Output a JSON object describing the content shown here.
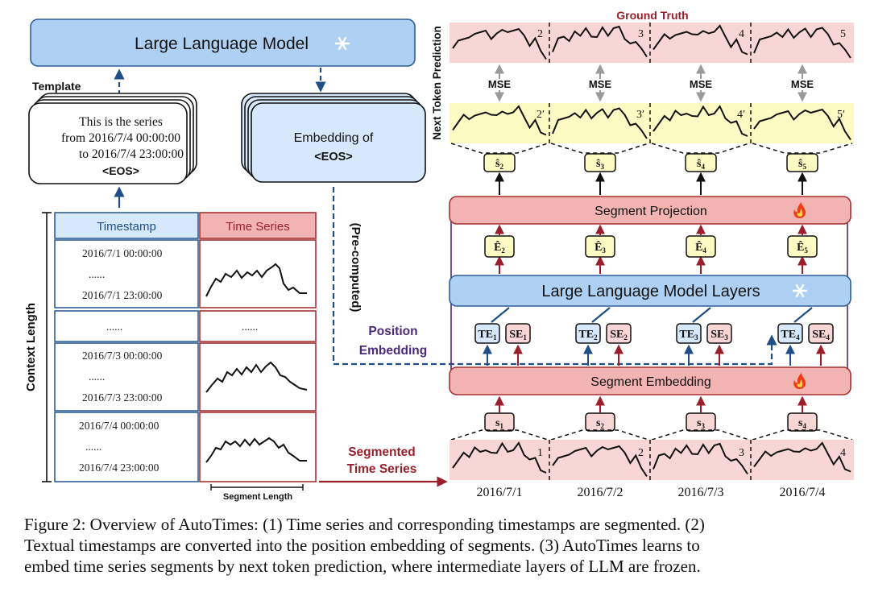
{
  "llm_top": {
    "title": "Large Language Model",
    "frozen_icon": "snowflake-icon"
  },
  "template": {
    "label": "Template",
    "lines": [
      "This is the series",
      "from 2016/7/4 00:00:00",
      "to 2016/7/4 23:00:00",
      "<EOS>"
    ]
  },
  "embedding": {
    "lines": [
      "Embedding of",
      "<EOS>"
    ]
  },
  "precomputed": "(Pre-computed)",
  "position_embedding": [
    "Position",
    "Embedding"
  ],
  "table": {
    "headers": [
      "Timestamp",
      "Time Series"
    ],
    "rows": [
      {
        "start": "2016/7/1  00:00:00",
        "dots": "......",
        "end": "2016/7/1  23:00:00"
      },
      {
        "start": "",
        "dots": "......",
        "end": ""
      },
      {
        "start": "2016/7/3  00:00:00",
        "dots": "......",
        "end": "2016/7/3  23:00:00"
      },
      {
        "start": "2016/7/4  00:00:00",
        "dots": "......",
        "end": "2016/7/4  23:00:00"
      }
    ],
    "series_dots": "......"
  },
  "context_length": "Context Length",
  "segment_length": "Segment Length",
  "segmented_label": [
    "Segmented",
    "Time Series"
  ],
  "ground_truth": "Ground Truth",
  "next_token": "Next Token Prediction",
  "mse": "MSE",
  "gt_numbers": [
    "2",
    "3",
    "4",
    "5"
  ],
  "pred_numbers": [
    "2′",
    "3′",
    "4′",
    "5′"
  ],
  "input_numbers": [
    "1",
    "2",
    "3",
    "4"
  ],
  "shat": [
    [
      "ŝ",
      "2"
    ],
    [
      "ŝ",
      "3"
    ],
    [
      "ŝ",
      "4"
    ],
    [
      "ŝ",
      "5"
    ]
  ],
  "ehat": [
    [
      "Ê",
      "2"
    ],
    [
      "Ê",
      "3"
    ],
    [
      "Ê",
      "4"
    ],
    [
      "Ê",
      "5"
    ]
  ],
  "te": [
    [
      "TE",
      "1"
    ],
    [
      "TE",
      "2"
    ],
    [
      "TE",
      "3"
    ],
    [
      "TE",
      "4"
    ]
  ],
  "se": [
    [
      "SE",
      "1"
    ],
    [
      "SE",
      "2"
    ],
    [
      "SE",
      "3"
    ],
    [
      "SE",
      "4"
    ]
  ],
  "s": [
    [
      "s",
      "1"
    ],
    [
      "s",
      "2"
    ],
    [
      "s",
      "3"
    ],
    [
      "s",
      "4"
    ]
  ],
  "segment_projection": "Segment Projection",
  "llm_layers": "Large Language Model Layers",
  "segment_embedding": "Segment Embedding",
  "trainable_icon": "fire-icon",
  "dates": [
    "2016/7/1",
    "2016/7/2",
    "2016/7/3",
    "2016/7/4"
  ],
  "caption": [
    "Figure 2: Overview of AutoTimes: (1) Time series and corresponding timestamps are segmented. (2)",
    "Textual timestamps are converted into the position embedding of segments. (3) AutoTimes learns to",
    "embed time series segments by next token prediction, where intermediate layers of LLM are frozen."
  ],
  "colors": {
    "blue_fill": "#aed0f3",
    "blue_stroke": "#2f5f9a",
    "light_blue": "#d6e8fb",
    "red_fill": "#f2b3b3",
    "red_stroke": "#a83232",
    "pink_band": "#f9d6d6",
    "yellow": "#fdfbc4",
    "dark_blue": "#1f4f86",
    "dark_red": "#9b1f2a",
    "purple": "#4b2a7a",
    "gray": "#9a9a9a"
  }
}
